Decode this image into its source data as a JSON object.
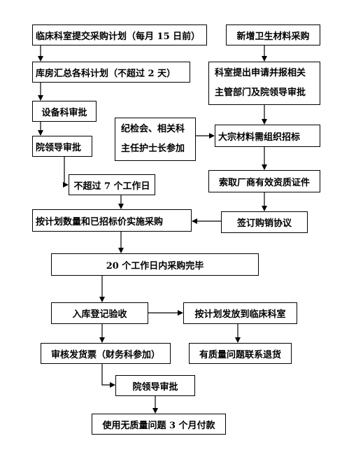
{
  "boxes": {
    "b1": "临床科室提交采购计划（每月 15 日前）",
    "b2": "新增卫生材料采购",
    "b3": "库房汇总各科计划（不超过 2 天）",
    "b4": [
      "科室提出申请并报相关",
      "主管部门及院领导审批"
    ],
    "b5": "设备科审批",
    "b6": [
      "纪检会、相关科",
      "主任护士长参加"
    ],
    "b7": "大宗材料需组织招标",
    "b8": "院领导审批",
    "b9": "不超过 7 个工作日",
    "b10": "索取厂商有效资质证件",
    "b11": "按计划数量和已招标价实施采购",
    "b12": "签订购销协议",
    "b13": "20 个工作日内采购完毕",
    "b14": "入库登记验收",
    "b15": "按计划发放到临床科室",
    "b16": "审核发货票（财务科参加）",
    "b17": "有质量问题联系退货",
    "b18": "院领导审批",
    "b19": "使用无质量问题 3 个月付款"
  }
}
